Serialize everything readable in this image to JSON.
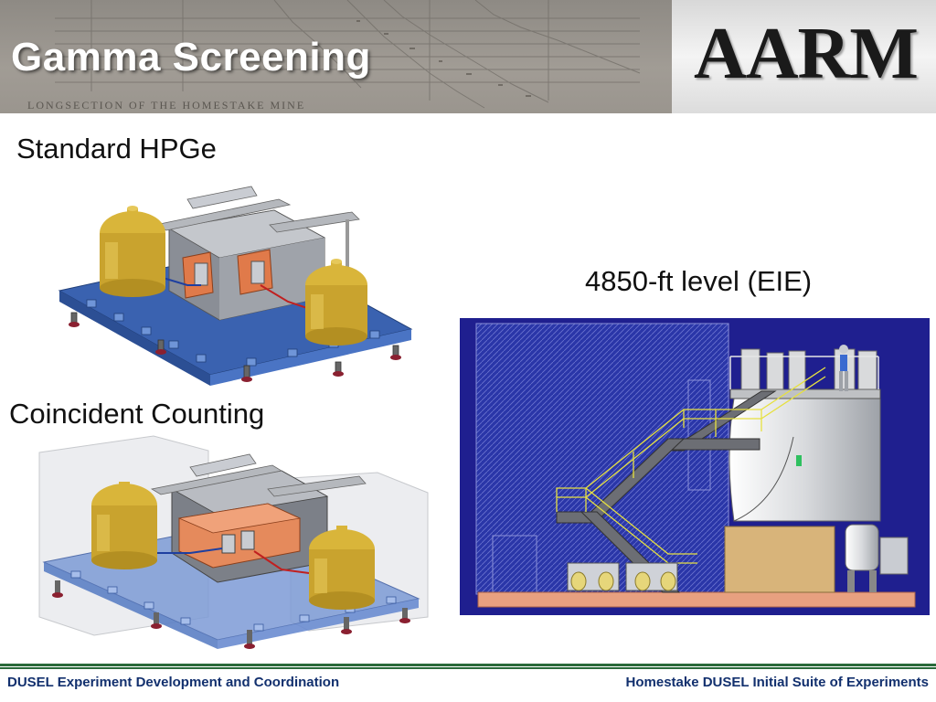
{
  "header": {
    "title": "Gamma Screening",
    "subtitle": "LONGSECTION OF THE HOMESTAKE MINE",
    "logo": "AARM",
    "colors": {
      "title": "#ffffff",
      "logo": "#1a1a1a"
    }
  },
  "content": {
    "standard_label": "Standard HPGe",
    "coincident_label": "Coincident Counting",
    "level_label": "4850-ft level (EIE)"
  },
  "footer": {
    "left": "DUSEL Experiment Development and Coordination",
    "right": "Homestake DUSEL Initial Suite of Experiments",
    "colors": {
      "text": "#12306e",
      "rule": "#2a6a3a"
    }
  }
}
